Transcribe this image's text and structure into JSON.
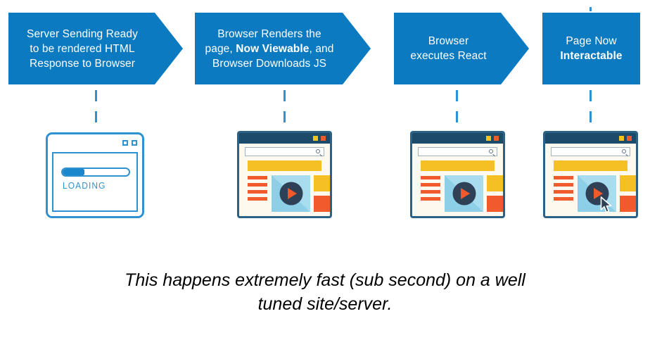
{
  "colors": {
    "arrow_blue": "#0b7ac0",
    "connector_blue": "#2f92d0",
    "browser_navy": "#1b4a6b",
    "browser_border": "#2b6186",
    "browser_bg": "#fdf9ef",
    "banner_yellow": "#f5c024",
    "accent_orange": "#f05a2c",
    "video_blue": "#8ecfe8",
    "video_circle_navy": "#2e4156",
    "caption_text": "#000000"
  },
  "flow": {
    "steps": [
      {
        "id": "server-sending-ready",
        "shape": "arrow",
        "lines": [
          {
            "text": "Server Sending Ready"
          },
          {
            "text": "to be rendered HTML"
          },
          {
            "text": "Response to Browser"
          }
        ]
      },
      {
        "id": "browser-renders-page",
        "shape": "arrow",
        "lines": [
          {
            "text": "Browser Renders the"
          },
          {
            "pre": "page, ",
            "bold": "Now Viewable",
            "post": ", and"
          },
          {
            "text": "Browser Downloads JS"
          }
        ]
      },
      {
        "id": "browser-executes-react",
        "shape": "arrow",
        "lines": [
          {
            "text": "Browser"
          },
          {
            "text": "executes React"
          }
        ]
      },
      {
        "id": "page-now-interactable",
        "shape": "rect",
        "lines": [
          {
            "text": "Page Now"
          },
          {
            "bold": "Interactable"
          }
        ]
      }
    ]
  },
  "icons": {
    "loading": {
      "name": "loading-window-icon",
      "label": "LOADING",
      "progress_percent": 33,
      "window_buttons": 2
    },
    "browsers": [
      {
        "name": "browser-mockup-icon-2",
        "has_cursor": false,
        "sidebar_bars": 4,
        "titlebar_dots": [
          "yellow",
          "red"
        ]
      },
      {
        "name": "browser-mockup-icon-3",
        "has_cursor": false,
        "sidebar_bars": 4,
        "titlebar_dots": [
          "yellow",
          "red"
        ]
      },
      {
        "name": "browser-mockup-icon-4",
        "has_cursor": true,
        "sidebar_bars": 4,
        "titlebar_dots": [
          "yellow",
          "red"
        ]
      }
    ]
  },
  "caption": {
    "line1": "This happens extremely fast (sub second) on a well",
    "line2": "tuned site/server."
  }
}
